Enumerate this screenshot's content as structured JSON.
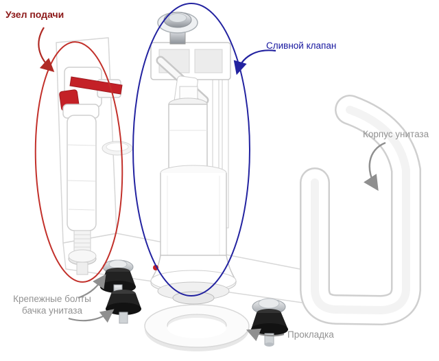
{
  "labels": {
    "supply_unit": "Узел подачи",
    "flush_valve": "Сливной клапан",
    "toilet_body": "Корпус унитаза",
    "mounting_bolts_line1": "Крепежные болты",
    "mounting_bolts_line2": "бачка унитаза",
    "gasket": "Прокладка"
  },
  "colors": {
    "supply_unit_label": "#8b1616",
    "supply_unit_ellipse": "#c2302a",
    "flush_valve_label": "#14149e",
    "flush_valve_ellipse": "#2222a0",
    "gray_label": "#929292",
    "gray_arrow": "#8f8f8f",
    "float_mechanism_red": "#c42127"
  }
}
